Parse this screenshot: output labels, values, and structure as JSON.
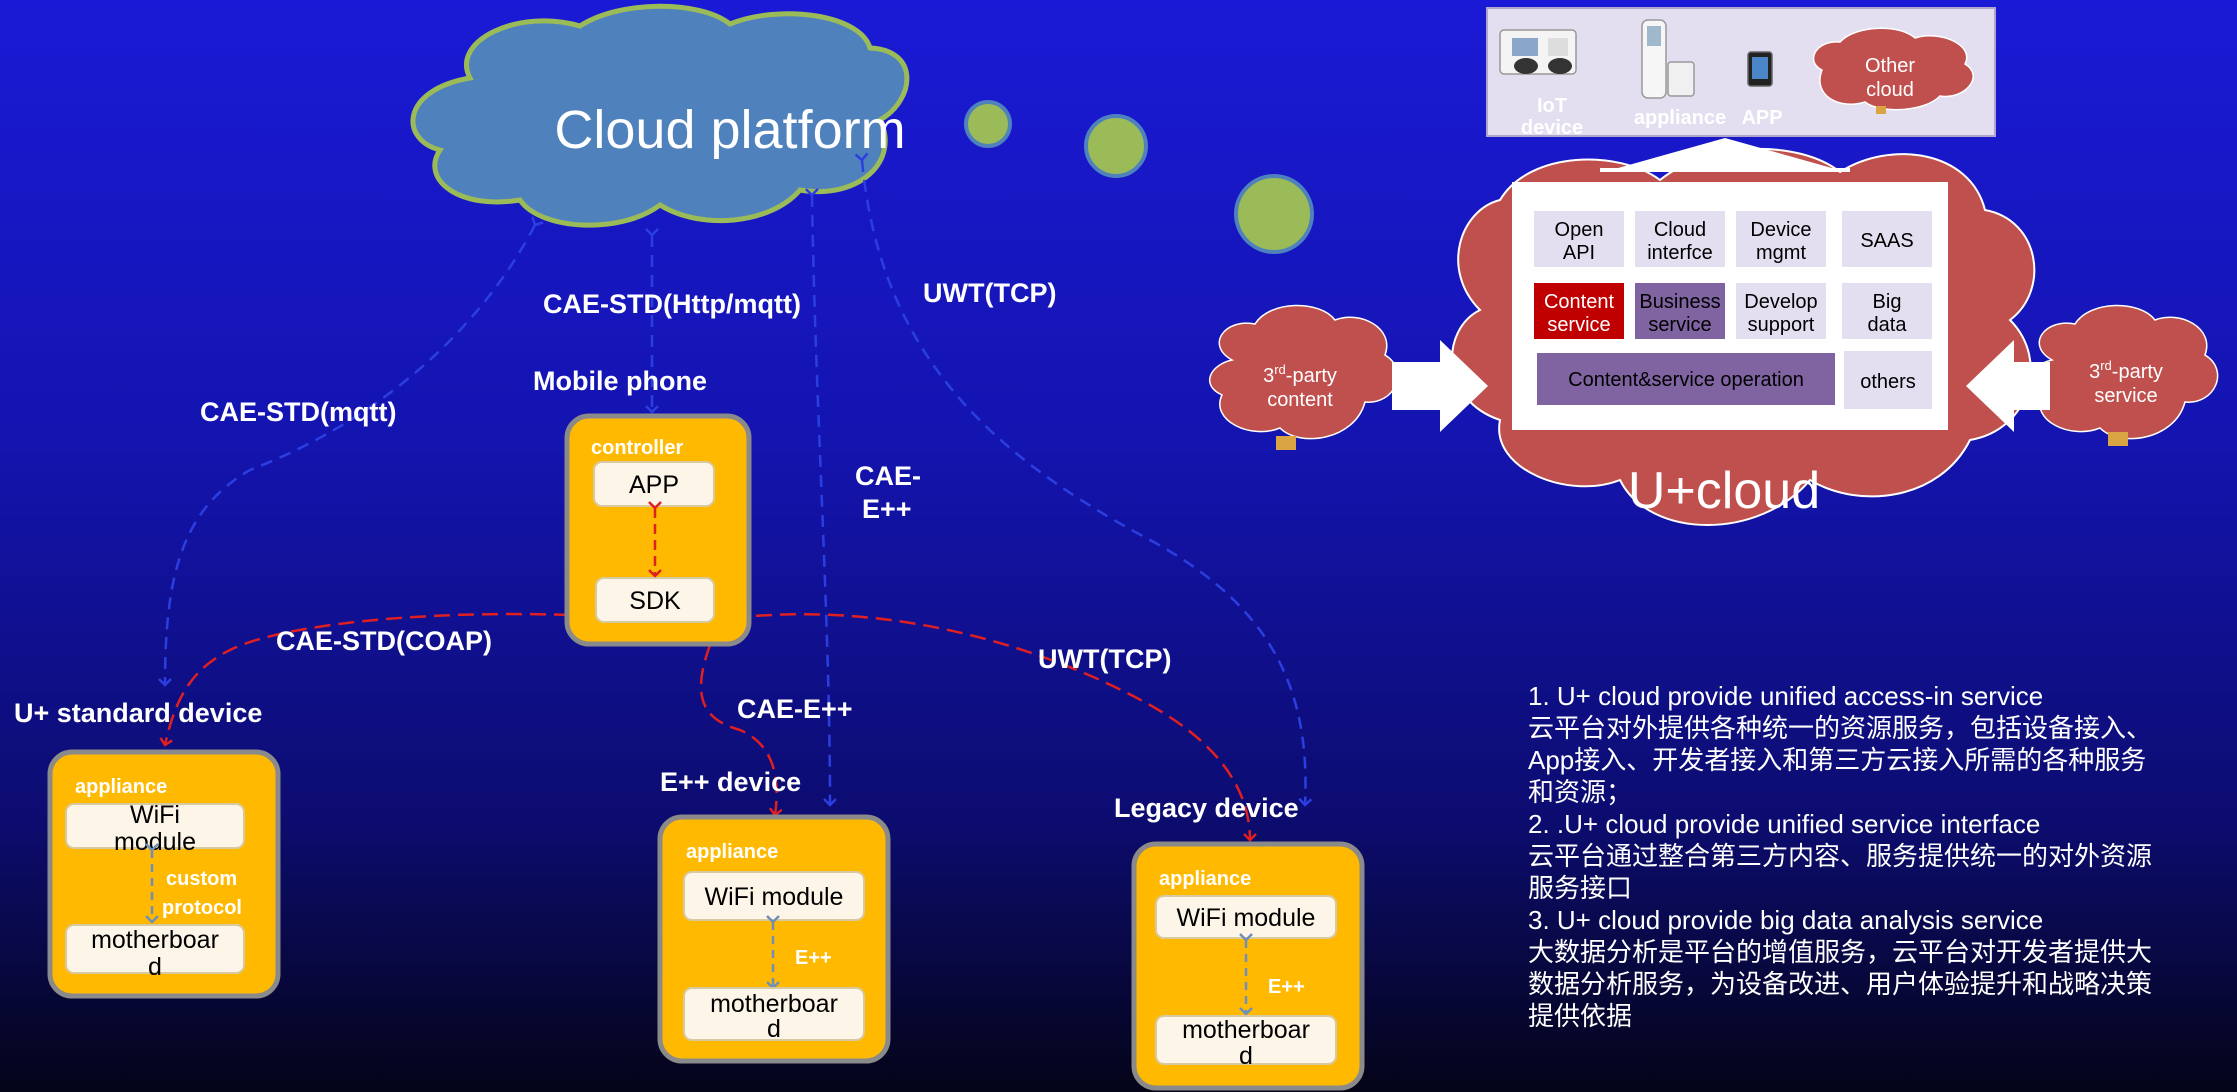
{
  "cloud_platform": {
    "title": "Cloud platform"
  },
  "links": {
    "cae_std_http_mqtt": "CAE-STD(Http/mqtt)",
    "uwt_tcp_top": "UWT(TCP)",
    "cae_std_mqtt": "CAE-STD(mqtt)",
    "cae_epp_line1": "CAE-",
    "cae_epp_line2": "E++",
    "cae_std_coap": "CAE-STD(COAP)",
    "uwt_tcp_mid": "UWT(TCP)",
    "cae_epp_low": "CAE-E++"
  },
  "mobile_phone": {
    "title": "Mobile phone",
    "tag": "controller",
    "app": "APP",
    "sdk": "SDK"
  },
  "standard_device": {
    "title": "U+ standard device",
    "tag": "appliance",
    "wifi_line1": "WiFi",
    "wifi_line2": "module",
    "protocol_line1": "custom",
    "protocol_line2": "protocol",
    "board_line1": "motherboar",
    "board_line2": "d"
  },
  "epp_device": {
    "title": "E++ device",
    "tag": "appliance",
    "wifi": "WiFi module",
    "protocol": "E++",
    "board_line1": "motherboar",
    "board_line2": "d"
  },
  "legacy_device": {
    "title": "Legacy device",
    "tag": "appliance",
    "wifi": "WiFi module",
    "protocol": "E++",
    "board_line1": "motherboar",
    "board_line2": "d"
  },
  "u_cloud": {
    "title": "U+cloud",
    "top_panel": {
      "iot_line1": "IoT",
      "iot_line2": "device",
      "appliance": "appliance",
      "app": "APP",
      "other_line1": "Other",
      "other_line2": "cloud"
    },
    "services": [
      {
        "line1": "Open",
        "line2": "API"
      },
      {
        "line1": "Cloud",
        "line2": "interfce"
      },
      {
        "line1": "Device",
        "line2": "mgmt"
      },
      {
        "line1": "SAAS",
        "line2": ""
      },
      {
        "line1": "Content",
        "line2": "service"
      },
      {
        "line1": "Business",
        "line2": "service"
      },
      {
        "line1": "Develop",
        "line2": "support"
      },
      {
        "line1": "Big",
        "line2": "data"
      }
    ],
    "operation": "Content&service operation",
    "others": "others",
    "third_party_content": {
      "sup": "rd",
      "line1_pre": "3",
      "line1_post": "-party",
      "line2": "content"
    },
    "third_party_service": {
      "sup": "rd",
      "line1_pre": "3",
      "line1_post": "-party",
      "line2": "service"
    }
  },
  "notes": [
    "1. U+ cloud provide unified access-in service",
    "云平台对外提供各种统一的资源服务，包括设备接入、App接入、开发者接入和第三方云接入所需的各种服务和资源；",
    "2. .U+ cloud provide unified  service interface",
    "云平台通过整合第三方内容、服务提供统一的对外资源服务接口",
    "3. U+ cloud provide  big data analysis service",
    "大数据分析是平台的增值服务，云平台对开发者提供大数据分析服务，为设备改进、用户体验提升和战略决策提供依据"
  ],
  "colors": {
    "device_fill": "#ffb900",
    "cloud_fill": "#4f81bd",
    "u_cloud_fill": "#c0504d",
    "panel_fill": "#e4dff0",
    "service_purple": "#8064a2",
    "service_red": "#c00000"
  }
}
